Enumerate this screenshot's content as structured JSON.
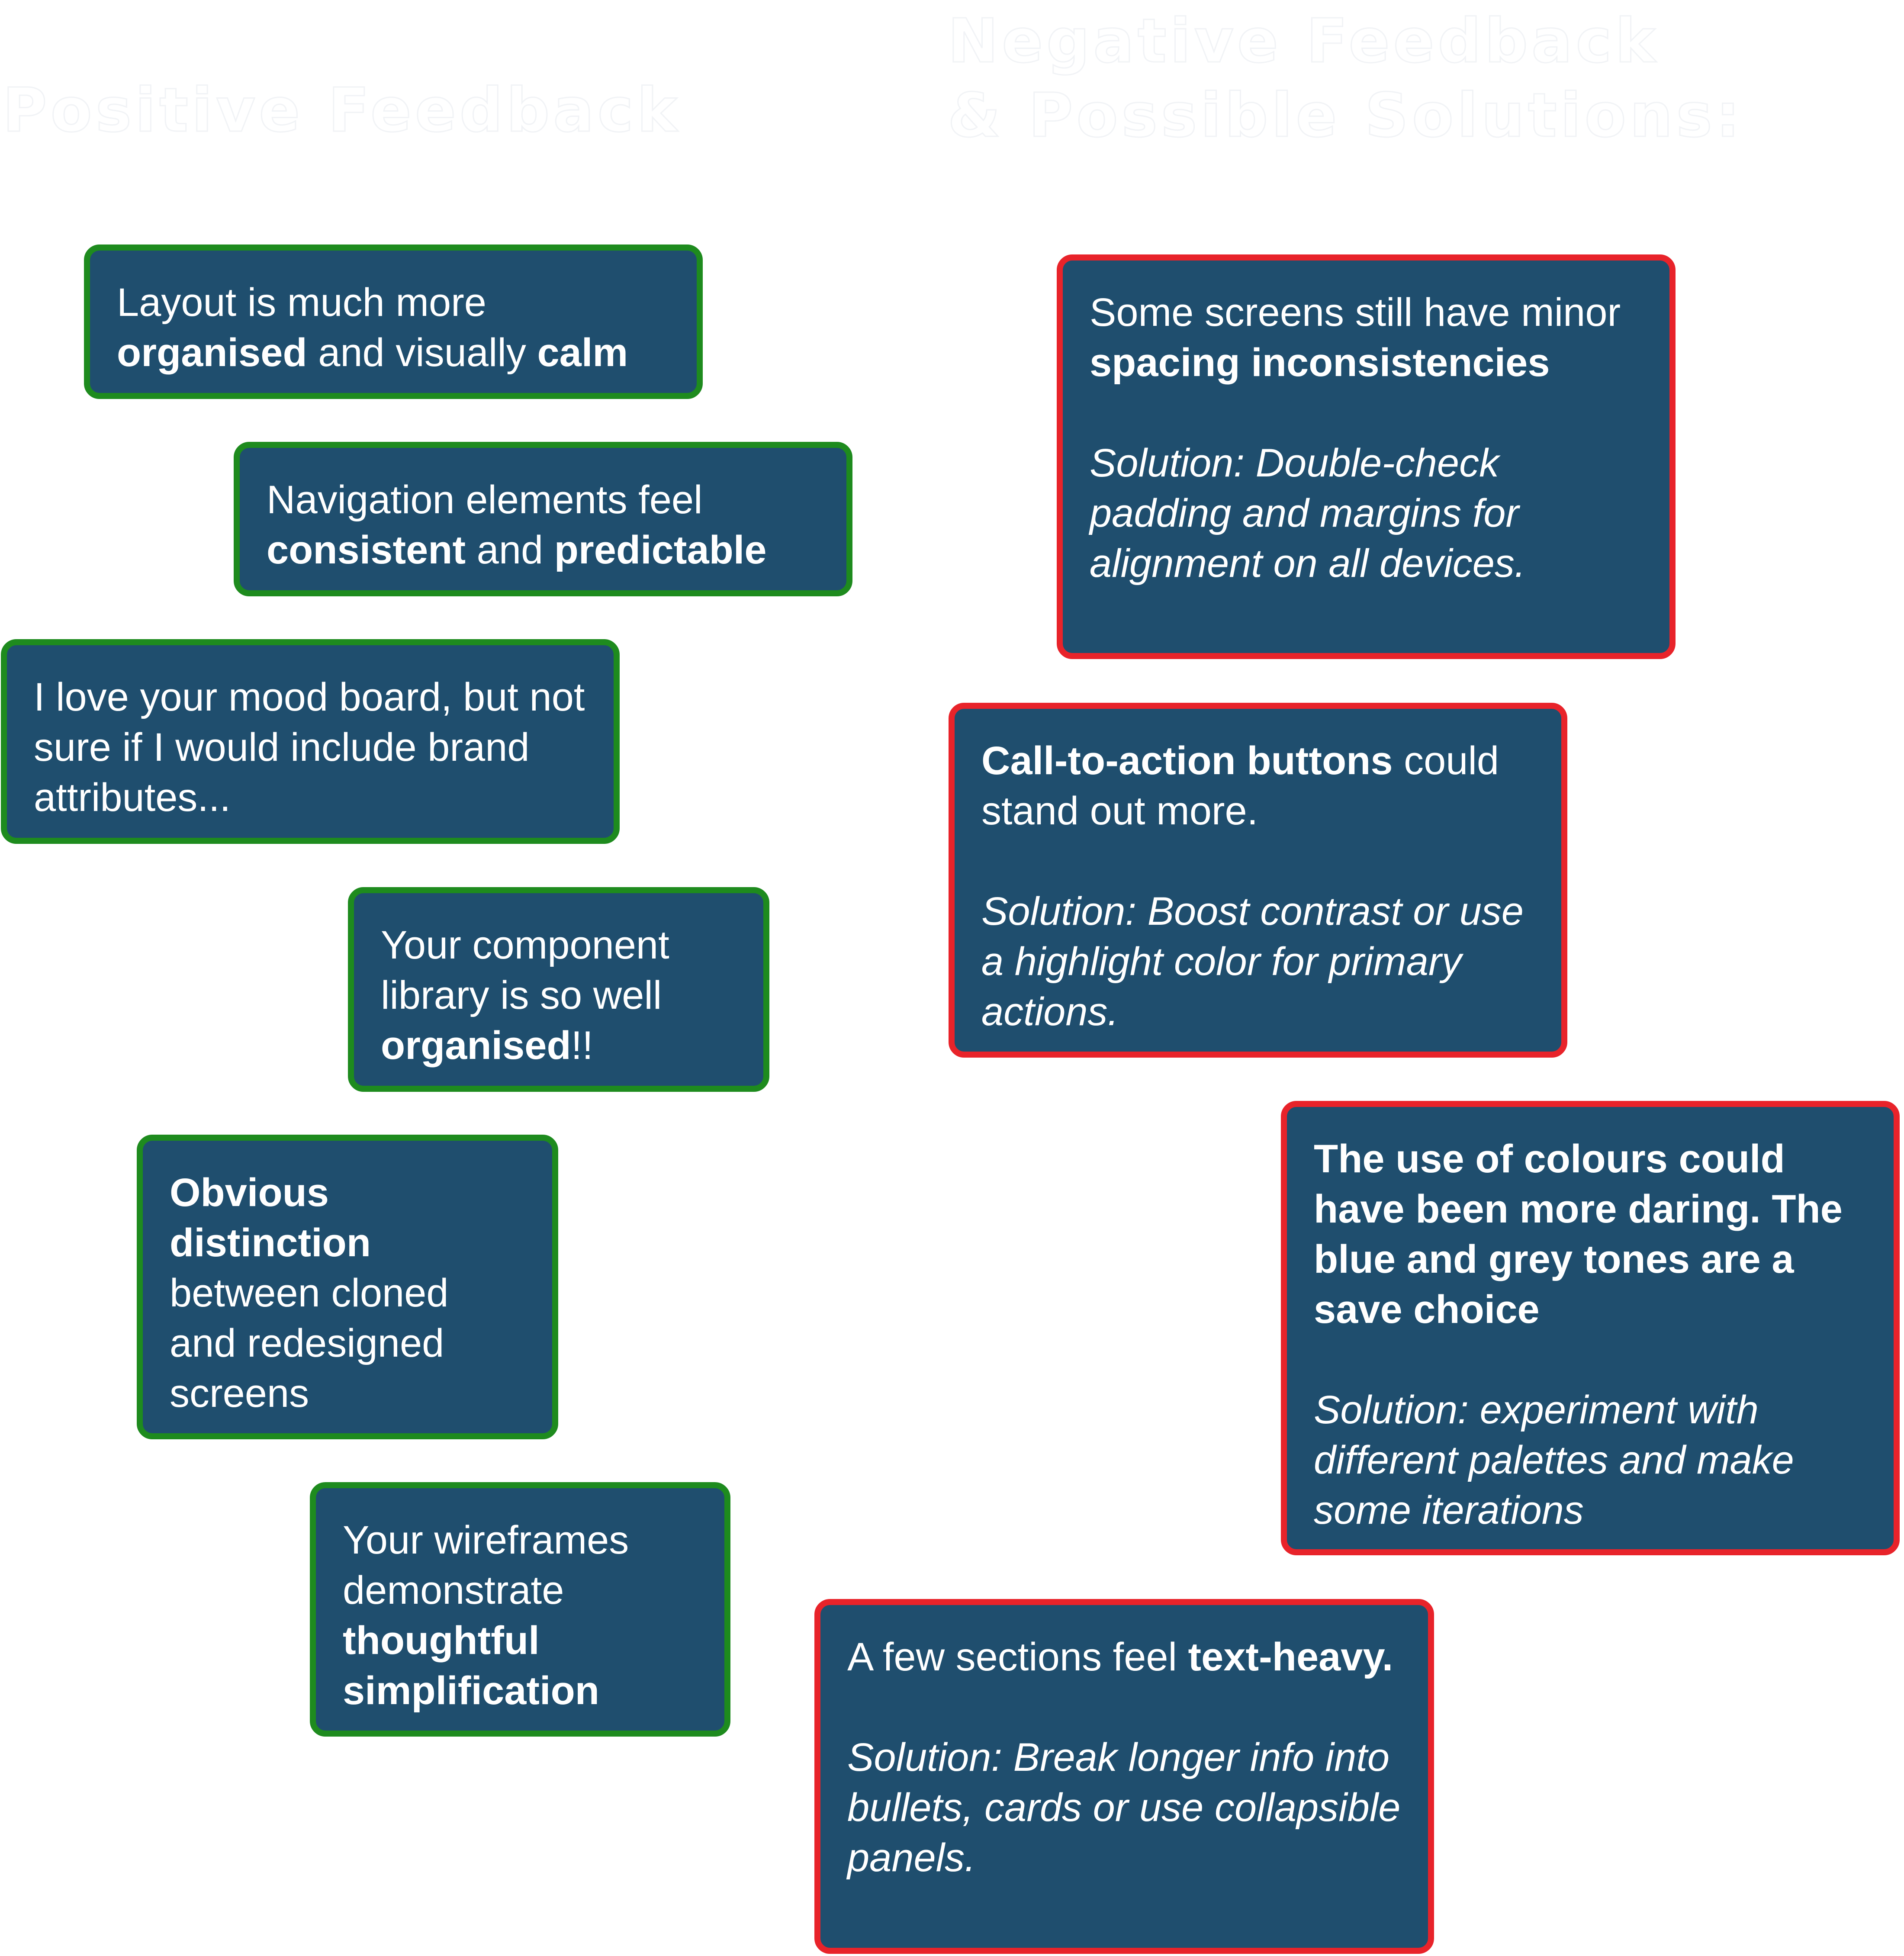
{
  "headings": {
    "positive": "Positive Feedback",
    "negative_line1": "Negative Feedback",
    "negative_line2": "& Possible Solutions:"
  },
  "colors": {
    "card_fill": "#1f4e6e",
    "positive_border": "#1e8b1e",
    "negative_border": "#e8232a",
    "text": "#ffffff"
  },
  "positive": {
    "layout": {
      "t1": "Layout is much more ",
      "b1": "organised",
      "t2": " and visually ",
      "b2": "calm"
    },
    "navigation": {
      "t1": "Navigation elements feel ",
      "b1": "consistent",
      "t2": " and ",
      "b2": "predictable"
    },
    "moodboard": {
      "text": "I love your mood board, but not sure if I would include brand attributes..."
    },
    "library": {
      "t1": "Your component library is so well ",
      "b1": "organised",
      "t2": "!!"
    },
    "distinction": {
      "b1": "Obvious distinction",
      "t1": " between cloned and redesigned screens"
    },
    "wireframes": {
      "t1": "Your wireframes demonstrate ",
      "b1": "thoughtful simplification"
    }
  },
  "negative": {
    "spacing": {
      "t1": "Some screens still have minor ",
      "b1": "spacing inconsistencies",
      "solution": "Solution: Double-check padding and margins for alignment on all devices."
    },
    "cta": {
      "b1": "Call-to-action buttons",
      "t1": " could stand out more.",
      "solution": "Solution: Boost contrast or use a highlight color for primary actions."
    },
    "colours": {
      "b1": "The use of colours could have been more daring. The blue and grey tones are a save choice",
      "solution": "Solution: experiment with different palettes and make some iterations"
    },
    "textheavy": {
      "t1": "A few sections feel ",
      "b1": "text-heavy.",
      "solution": "Solution: Break longer info into bullets, cards or use collapsible panels."
    }
  }
}
